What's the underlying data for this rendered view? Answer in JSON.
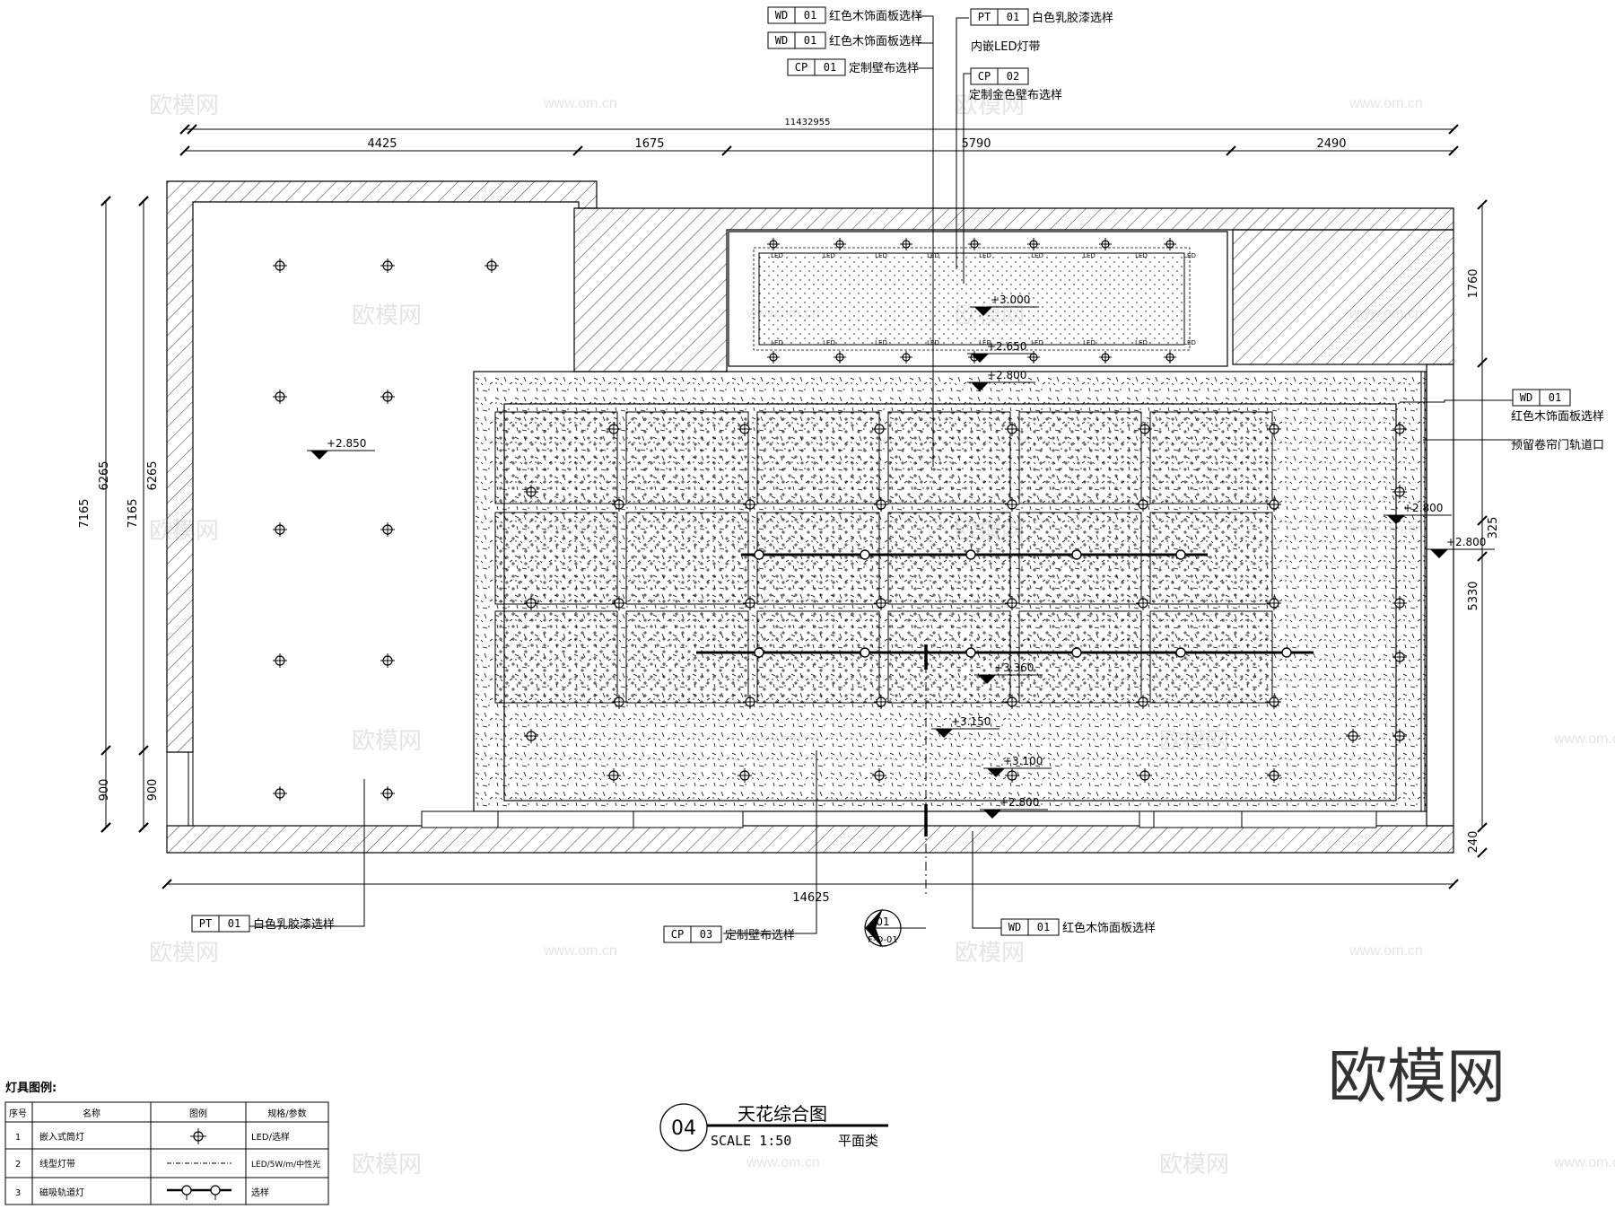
{
  "top_dims": {
    "total": "11432955",
    "d1": "4425",
    "d2": "1675",
    "d3": "5790",
    "d4": "2490"
  },
  "bottom_dim": "14625",
  "left_dims": {
    "a": "7165",
    "b": "7165",
    "c": "6265",
    "d": "6265",
    "e": "900",
    "f": "900"
  },
  "right_dims": {
    "a": "1760",
    "b": "325",
    "c": "5330",
    "d": "240"
  },
  "elevations": {
    "e1": "+2.850",
    "e2": "+3.000",
    "e3": "+2.650",
    "e4": "+2.800",
    "e5": "+2.800",
    "e6": "+2.800",
    "e7": "+3.360",
    "e8": "+3.150",
    "e9": "+3.100",
    "e10": "+2.800"
  },
  "callouts": {
    "c1": {
      "code": "WD",
      "num": "01",
      "text": "红色木饰面板选样"
    },
    "c2": {
      "code": "WD",
      "num": "01",
      "text": "红色木饰面板选样"
    },
    "c3": {
      "code": "CP",
      "num": "01",
      "text": "定制壁布选样"
    },
    "c4": {
      "code": "PT",
      "num": "01",
      "text": "白色乳胶漆选样"
    },
    "c4b": {
      "text": "内嵌LED灯带"
    },
    "c5": {
      "code": "CP",
      "num": "02",
      "text": "定制金色壁布选样"
    },
    "c6": {
      "code": "WD",
      "num": "01",
      "text": "红色木饰面板选样"
    },
    "c6b": {
      "text": "预留卷帘门轨道口"
    },
    "c7": {
      "code": "PT",
      "num": "01",
      "text": "白色乳胶漆选样"
    },
    "c8": {
      "code": "CP",
      "num": "03",
      "text": "定制壁布选样"
    },
    "c9": {
      "code": "WD",
      "num": "01",
      "text": "红色木饰面板选样"
    }
  },
  "section_mark": {
    "num": "01",
    "ref": "F-D-01"
  },
  "title_block": {
    "num": "04",
    "title": "天花综合图",
    "scale": "SCALE 1:50",
    "type": "平面类"
  },
  "legend": {
    "title": "灯具图例:",
    "headers": [
      "序号",
      "名称",
      "图例",
      "规格/参数"
    ],
    "rows": [
      {
        "no": "1",
        "name": "嵌入式筒灯",
        "spec": "LED/选样"
      },
      {
        "no": "2",
        "name": "线型灯带",
        "spec": "LED/5W/m/中性光"
      },
      {
        "no": "3",
        "name": "磁吸轨道灯",
        "spec": "选样"
      }
    ]
  },
  "led_label": "LED",
  "watermark": {
    "cn": "欧模网",
    "url": "www.om.cn",
    "big": "欧模网"
  }
}
